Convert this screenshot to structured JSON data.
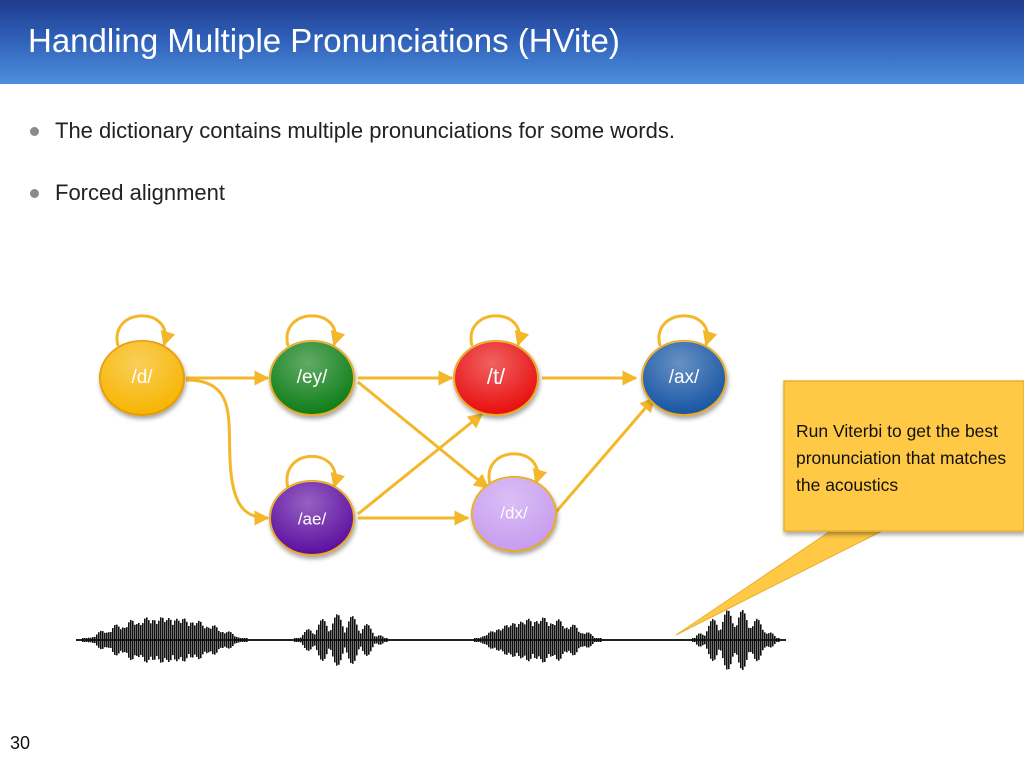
{
  "slide": {
    "title": "Handling Multiple Pronunciations (HVite)",
    "bullets": [
      "The dictionary contains multiple pronunciations for some words.",
      "Forced alignment"
    ],
    "page_number": "30"
  },
  "diagram": {
    "nodes": [
      {
        "id": "d",
        "label": "/d/",
        "color": "#f7b500"
      },
      {
        "id": "ey",
        "label": "/ey/",
        "color": "#0f7d14"
      },
      {
        "id": "t",
        "label": "/t/",
        "color": "#e81010"
      },
      {
        "id": "ax",
        "label": "/ax/",
        "color": "#1554a3"
      },
      {
        "id": "ae",
        "label": "/ae/",
        "color": "#5b0fa0"
      },
      {
        "id": "dx",
        "label": "/dx/",
        "color": "#c79cf0"
      }
    ],
    "edges": [
      [
        "d",
        "ey"
      ],
      [
        "d",
        "ae"
      ],
      [
        "ey",
        "t"
      ],
      [
        "ey",
        "dx"
      ],
      [
        "ae",
        "t"
      ],
      [
        "ae",
        "dx"
      ],
      [
        "t",
        "ax"
      ],
      [
        "dx",
        "ax"
      ]
    ],
    "edge_color": "#f3b82a",
    "callout": {
      "text": "Run Viterbi to get the best pronunciation that matches the acoustics",
      "color": "#ffc845"
    }
  }
}
